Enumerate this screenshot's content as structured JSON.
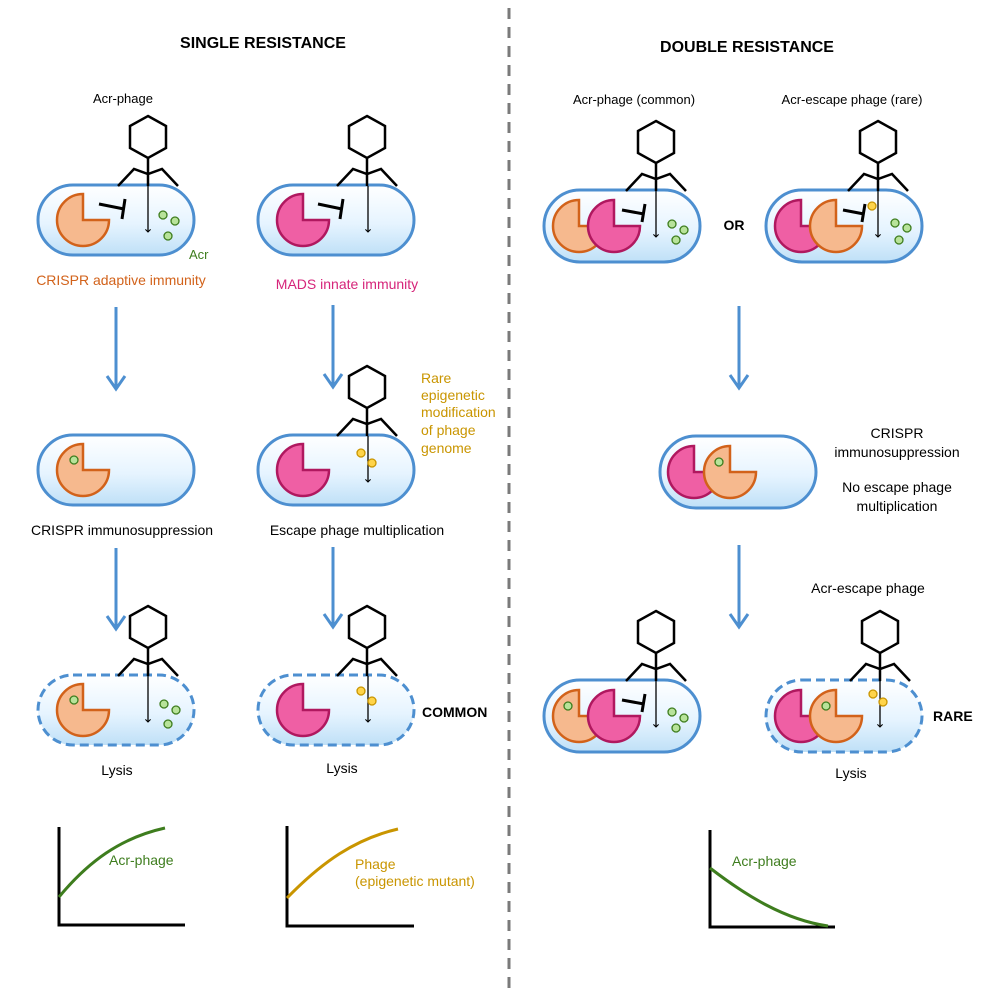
{
  "headings": {
    "single": "SINGLE RESISTANCE",
    "double": "DOUBLE RESISTANCE"
  },
  "single": {
    "phage_label": "Acr-phage",
    "acr_label": "Acr",
    "crispr_label": "CRISPR adaptive immunity",
    "mads_label": "MADS innate immunity",
    "rare_epigenetic": [
      "Rare",
      "epigenetic",
      "modification",
      "of phage",
      "genome"
    ],
    "crispr_immunosuppression": "CRISPR immunosuppression",
    "escape_multiplication": "Escape phage multiplication",
    "common": "COMMON",
    "lysis_left": "Lysis",
    "lysis_right": "Lysis",
    "graph_left_label": "Acr-phage",
    "graph_right_label": [
      "Phage",
      "(epigenetic mutant)"
    ]
  },
  "double": {
    "phage_common": "Acr-phage (common)",
    "phage_rare": "Acr-escape phage (rare)",
    "or": "OR",
    "crispr_immunosuppression": [
      "CRISPR",
      "immunosuppression"
    ],
    "no_escape": [
      "No escape phage",
      "multiplication"
    ],
    "acr_escape_phage": "Acr-escape phage",
    "rare": "RARE",
    "lysis": "Lysis",
    "graph_label": "Acr-phage"
  },
  "colors": {
    "crispr": "#d2621a",
    "mads": "#d6257a",
    "acr": "#3e7d1e",
    "epigenetic": "#c99500",
    "arrow": "#4d8fd0",
    "cell_stroke": "#4d8fd0",
    "cell_fill": "#dcefff",
    "crispr_fill": "#f6b98e",
    "mads_fill": "#ef5fa4",
    "acr_dot": "#b8e39a",
    "epi_dot": "#ffd44a"
  }
}
